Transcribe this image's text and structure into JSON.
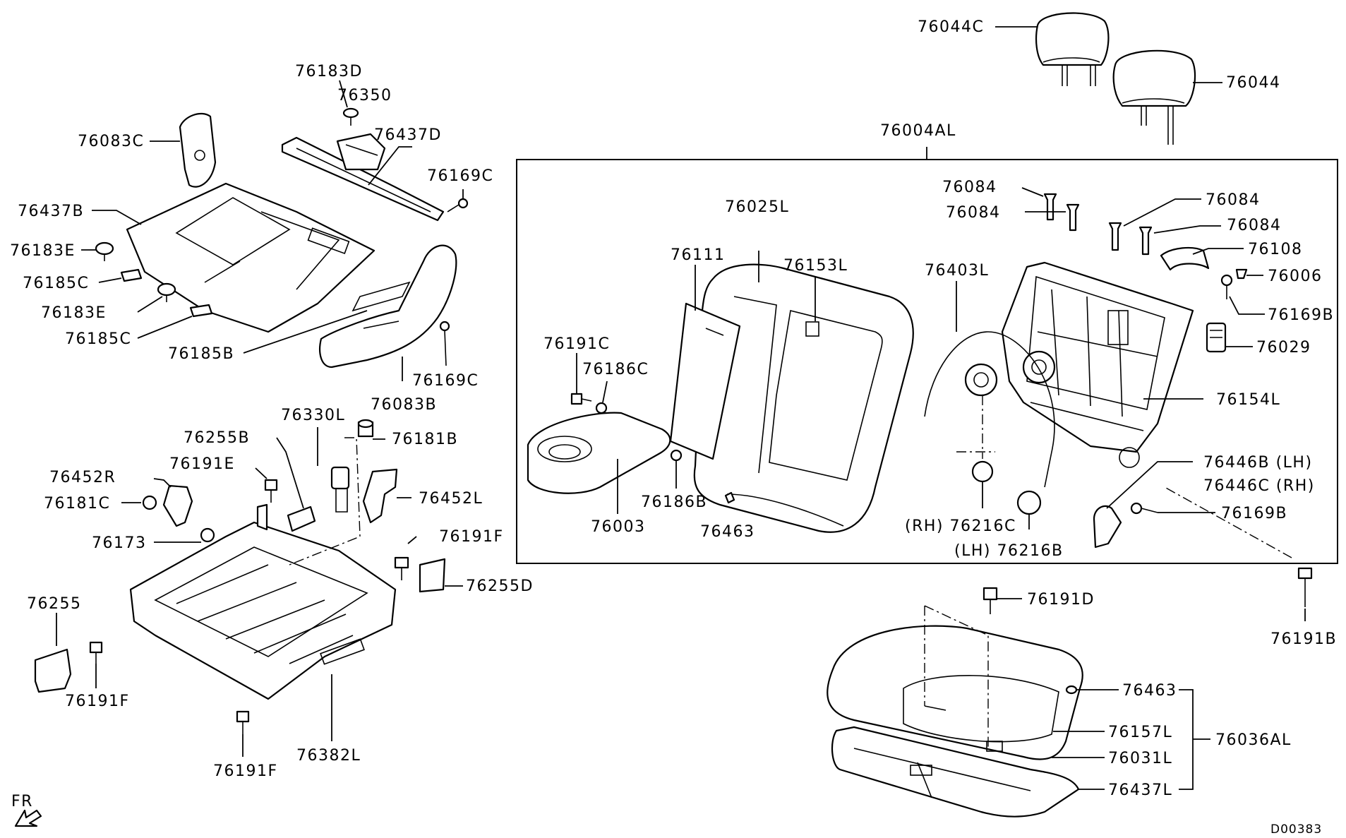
{
  "labels": {
    "l76044C": "76044C",
    "l76044": "76044",
    "l76004AL": "76004AL",
    "l76183D": "76183D",
    "l76350": "76350",
    "l76437D": "76437D",
    "l76083C": "76083C",
    "l76169C_a": "76169C",
    "l76437B": "76437B",
    "l76183E_a": "76183E",
    "l76185C_a": "76185C",
    "l76183E_b": "76183E",
    "l76185C_b": "76185C",
    "l76185B": "76185B",
    "l76169C_b": "76169C",
    "l76083B": "76083B",
    "l76084_a": "76084",
    "l76084_b": "76084",
    "l76084_c": "76084",
    "l76084_d": "76084",
    "l76108": "76108",
    "l76006": "76006",
    "l76169B_a": "76169B",
    "l76029": "76029",
    "l76154L": "76154L",
    "l76446B": "76446B (LH)",
    "l76446C": "76446C (RH)",
    "l76169B_b": "76169B",
    "l76191B": "76191B",
    "l76025L": "76025L",
    "l76111": "76111",
    "l76153L": "76153L",
    "l76403L": "76403L",
    "l76191C": "76191C",
    "l76186C": "76186C",
    "l76186B": "76186B",
    "l76003": "76003",
    "l76463_a": "76463",
    "l76216C": "(RH) 76216C",
    "l76216B": "(LH) 76216B",
    "l76330L": "76330L",
    "l76181B": "76181B",
    "l76255B": "76255B",
    "l76191E": "76191E",
    "l76452R": "76452R",
    "l76181C": "76181C",
    "l76452L": "76452L",
    "l76173": "76173",
    "l76191F_a": "76191F",
    "l76255": "76255",
    "l76255D": "76255D",
    "l76191F_b": "76191F",
    "l76382L": "76382L",
    "l76191F_c": "76191F",
    "l76191D": "76191D",
    "l76463_b": "76463",
    "l76157L": "76157L",
    "l76031L": "76031L",
    "l76437L": "76437L",
    "l76036AL": "76036AL",
    "fr": "FR",
    "code": "D00383"
  }
}
